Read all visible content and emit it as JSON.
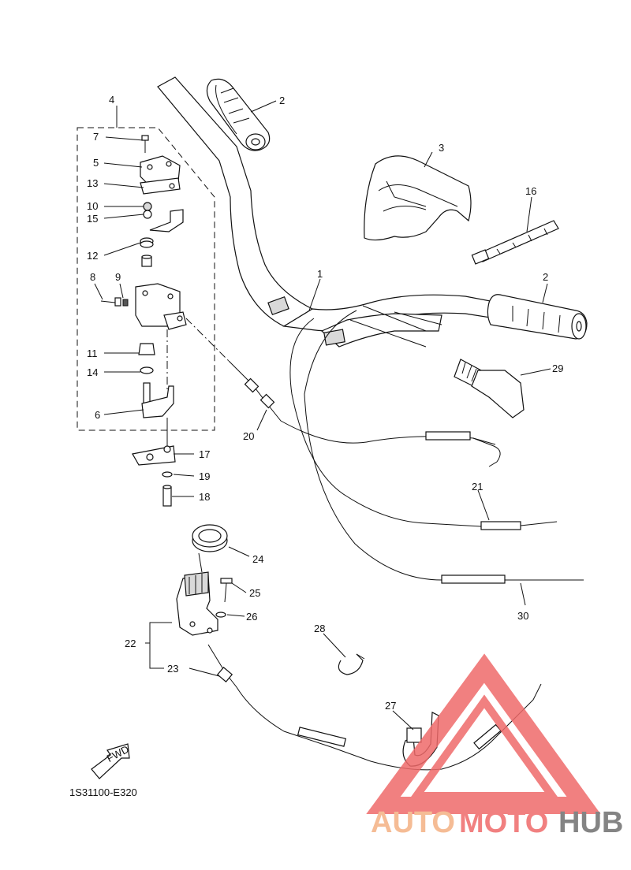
{
  "diagram_code": "1S31100-E320",
  "fwd_label": "FWD",
  "watermark": {
    "part1": "AUTO",
    "part2": "MOTO",
    "part3": "HUB",
    "color_light": "#f4b183",
    "color_red": "#ef6a6a",
    "color_gray": "#6f6f6f"
  },
  "callouts": [
    {
      "num": "1"
    },
    {
      "num": "2"
    },
    {
      "num": "2"
    },
    {
      "num": "3"
    },
    {
      "num": "4"
    },
    {
      "num": "5"
    },
    {
      "num": "6"
    },
    {
      "num": "7"
    },
    {
      "num": "8"
    },
    {
      "num": "9"
    },
    {
      "num": "10"
    },
    {
      "num": "11"
    },
    {
      "num": "12"
    },
    {
      "num": "13"
    },
    {
      "num": "14"
    },
    {
      "num": "15"
    },
    {
      "num": "16"
    },
    {
      "num": "17"
    },
    {
      "num": "18"
    },
    {
      "num": "19"
    },
    {
      "num": "20"
    },
    {
      "num": "21"
    },
    {
      "num": "22"
    },
    {
      "num": "23"
    },
    {
      "num": "24"
    },
    {
      "num": "25"
    },
    {
      "num": "26"
    },
    {
      "num": "27"
    },
    {
      "num": "28"
    },
    {
      "num": "29"
    },
    {
      "num": "30"
    }
  ]
}
